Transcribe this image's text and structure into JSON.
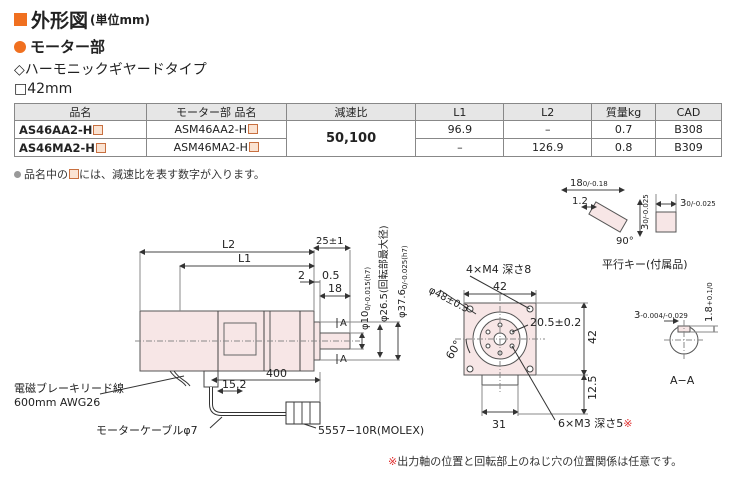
{
  "header": {
    "title": "外形図",
    "unit": "(単位mm)",
    "section": "モーター部",
    "type_line": "◇ハーモニックギヤードタイプ",
    "size_line": "□42mm"
  },
  "table": {
    "headers": [
      "品名",
      "モーター部 品名",
      "減速比",
      "L1",
      "L2",
      "質量kg",
      "CAD"
    ],
    "ratio": "50,100",
    "rows": [
      {
        "pn": "AS46AA2-H",
        "motor": "ASM46AA2-H",
        "l1": "96.9",
        "l2": "–",
        "mass": "0.7",
        "cad": "B308"
      },
      {
        "pn": "AS46MA2-H",
        "motor": "ASM46MA2-H",
        "l1": "–",
        "l2": "126.9",
        "mass": "0.8",
        "cad": "B309"
      }
    ]
  },
  "notes": {
    "product_note_a": "品名中の",
    "product_note_b": "には、減速比を表す数字が入ります。",
    "footnote_mark": "※",
    "footnote": "出力軸の位置と回転部上のねじ穴の位置関係は任意です。"
  },
  "drawing": {
    "dim_L2": "L2",
    "dim_L1": "L1",
    "dim_25": "25±1",
    "dim_2": "2",
    "dim_05": "0.5",
    "dim_18": "18",
    "dim_phi10": "φ10",
    "dim_phi10_tol": "0/-0.015(h7)",
    "dim_phi265": "φ26.5(回転部最大径)",
    "dim_phi376": "φ37.6",
    "dim_phi376_tol": "0/-0.025(h7)",
    "dim_400": "400",
    "dim_152": "15.2",
    "label_AA_top": "A",
    "label_AA_bot": "A",
    "lead_brake": "電磁ブレーキリード線",
    "lead_brake_spec": "600mm AWG26",
    "motor_cable": "モーターケーブルφ7",
    "connector": "5557−10R(MOLEX)",
    "front_4xM4": "4×M4 深さ8",
    "front_phi48": "φ48±0.3",
    "front_42top": "42",
    "front_205": "20.5±0.2",
    "front_42side": "42",
    "front_60": "60°",
    "front_125": "12.5",
    "front_31": "31",
    "front_6xM3": "6×M3 深さ5",
    "key_18": "18",
    "key_18_tol": "0/-0.18",
    "key_12": "1.2",
    "key_3v": "3",
    "key_3v_tol": "0/-0.025",
    "key_3h": "3",
    "key_3h_tol": "0/-0.025",
    "key_90": "90°",
    "key_caption": "平行キー(付属品)",
    "sec_3": "3",
    "sec_3_tol": "-0.004/-0.029",
    "sec_18": "1.8",
    "sec_18_tol": "+0.1/0",
    "sec_caption": "A−A"
  }
}
